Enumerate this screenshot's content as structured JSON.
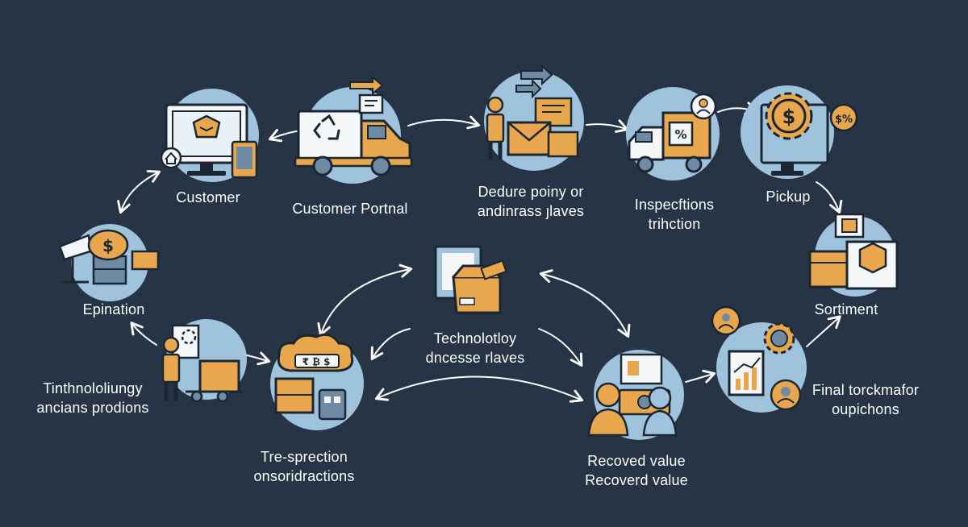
{
  "colors": {
    "background": "#263445",
    "circle": "#9fc3dc",
    "outline": "#1b2633",
    "accent": "#e8a64d",
    "slate": "#6f8aa3",
    "connector": "#ffffff"
  },
  "nodes": [
    {
      "id": "customer",
      "icons": [
        "monitor-icon",
        "box-icon",
        "phone-icon"
      ],
      "lines": [
        "Customer"
      ]
    },
    {
      "id": "customer-portal",
      "icons": [
        "truck-icon",
        "recycle-icon",
        "document-icon",
        "arrow-icon"
      ],
      "lines": [
        "Customer Portnal"
      ]
    },
    {
      "id": "dedure",
      "icons": [
        "worker-icon",
        "envelope-icon",
        "box-icon",
        "arrow-icon"
      ],
      "lines": [
        "Dedure poiny or",
        "andinrass ȷlaves"
      ]
    },
    {
      "id": "inspections",
      "icons": [
        "truck-icon",
        "percent-icon",
        "worker-icon"
      ],
      "lines": [
        "Inspecftions",
        "trihction"
      ]
    },
    {
      "id": "pickup",
      "icons": [
        "gear-icon",
        "dollar-icon",
        "monitor-icon"
      ],
      "lines": [
        "Pickup"
      ]
    },
    {
      "id": "sortiment",
      "icons": [
        "box-icon",
        "frame-icon",
        "shelf-icon"
      ],
      "lines": [
        "Sortiment"
      ]
    },
    {
      "id": "final",
      "icons": [
        "document-icon",
        "chart-icon",
        "user-icon",
        "gear-icon"
      ],
      "lines": [
        "Final torckmafor",
        "oupichons"
      ]
    },
    {
      "id": "recovered",
      "icons": [
        "people-icon",
        "monitor-icon",
        "cart-icon"
      ],
      "lines": [
        "Recoved value",
        "Recoverd value"
      ]
    },
    {
      "id": "technology-center",
      "icons": [
        "tablet-icon",
        "box-icon"
      ],
      "lines": [
        "Technolotloy",
        "dncesse rlaves"
      ]
    },
    {
      "id": "tre-spection",
      "icons": [
        "cloud-icon",
        "box-icon",
        "device-icon"
      ],
      "lines": [
        "Tre-sprection",
        "onsoridractions"
      ]
    },
    {
      "id": "tinthnololujngy",
      "icons": [
        "worker-icon",
        "truck-icon",
        "gear-icon"
      ],
      "lines": [
        "Tinthnololiungy",
        "ancians prodions"
      ]
    },
    {
      "id": "epination",
      "icons": [
        "dollar-icon",
        "desk-icon",
        "box-icon"
      ],
      "lines": [
        "Epination"
      ]
    }
  ]
}
